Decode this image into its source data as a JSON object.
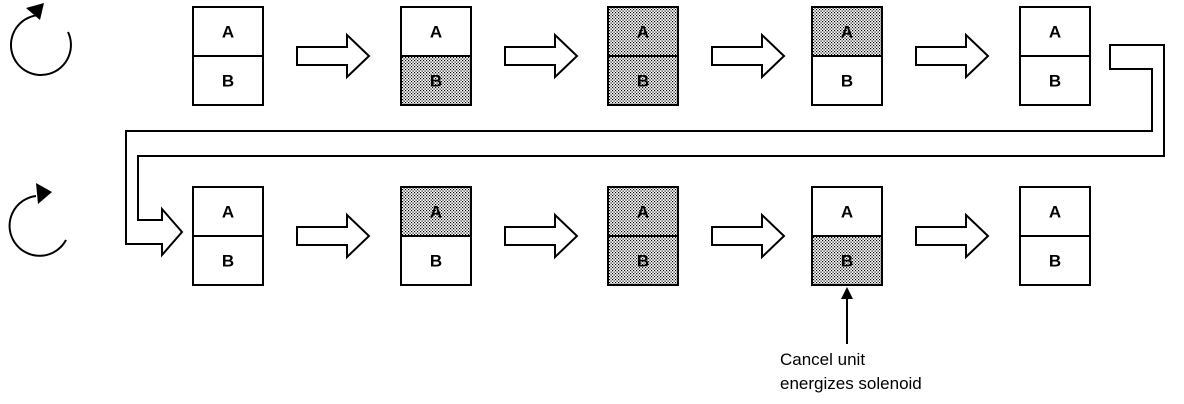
{
  "rows": [
    {
      "rotation": "counterclockwise",
      "stages": [
        {
          "a_label": "A",
          "b_label": "B",
          "a_shaded": false,
          "b_shaded": false
        },
        {
          "a_label": "A",
          "b_label": "B",
          "a_shaded": false,
          "b_shaded": true
        },
        {
          "a_label": "A",
          "b_label": "B",
          "a_shaded": true,
          "b_shaded": true
        },
        {
          "a_label": "A",
          "b_label": "B",
          "a_shaded": true,
          "b_shaded": false
        },
        {
          "a_label": "A",
          "b_label": "B",
          "a_shaded": false,
          "b_shaded": false
        }
      ]
    },
    {
      "rotation": "clockwise",
      "stages": [
        {
          "a_label": "A",
          "b_label": "B",
          "a_shaded": false,
          "b_shaded": false
        },
        {
          "a_label": "A",
          "b_label": "B",
          "a_shaded": true,
          "b_shaded": false
        },
        {
          "a_label": "A",
          "b_label": "B",
          "a_shaded": true,
          "b_shaded": true
        },
        {
          "a_label": "A",
          "b_label": "B",
          "a_shaded": false,
          "b_shaded": true
        },
        {
          "a_label": "A",
          "b_label": "B",
          "a_shaded": false,
          "b_shaded": false
        }
      ]
    }
  ],
  "annotation": {
    "line1": "Cancel unit",
    "line2": "energizes solenoid"
  },
  "colors": {
    "ink": "#000000",
    "shade": "#bdbdbd",
    "paper": "#ffffff"
  }
}
